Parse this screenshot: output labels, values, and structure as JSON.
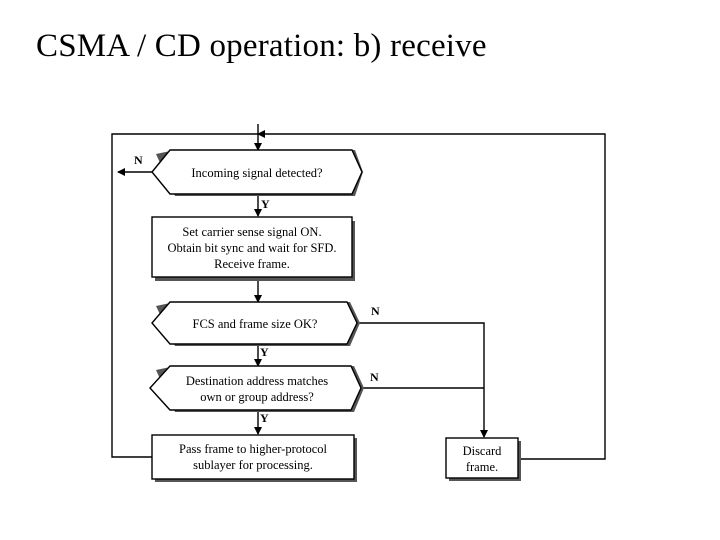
{
  "title": "CSMA / CD operation: b) receive",
  "flowchart": {
    "decision_incoming": "Incoming signal detected?",
    "process_receive": {
      "line1": "Set carrier sense signal ON.",
      "line2": "Obtain bit sync and wait for SFD.",
      "line3": "Receive frame."
    },
    "decision_fcs": "FCS and frame size OK?",
    "decision_dest": {
      "line1": "Destination address matches",
      "line2": "own or group address?"
    },
    "process_pass": {
      "line1": "Pass frame to higher-protocol",
      "line2": "sublayer for processing."
    },
    "process_discard": {
      "line1": "Discard",
      "line2": "frame."
    },
    "labels": {
      "no": "N",
      "yes": "Y"
    }
  }
}
